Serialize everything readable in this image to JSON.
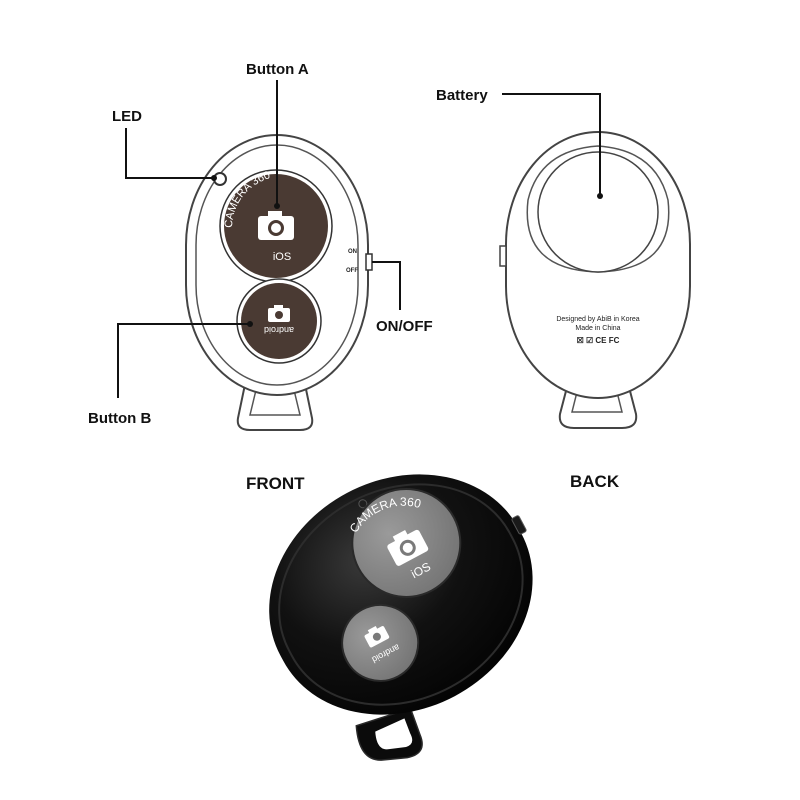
{
  "labels": {
    "button_a": "Button A",
    "led": "LED",
    "button_b": "Button B",
    "on_off": "ON/OFF",
    "battery": "Battery",
    "front": "FRONT",
    "back": "BACK"
  },
  "front_drawing": {
    "switch_on": "ON",
    "switch_off": "OFF",
    "button_a_arc_text": "CAMERA 360",
    "button_a_text": "iOS",
    "button_b_text": "android"
  },
  "back_drawing": {
    "line1": "Designed by AbiB in Korea",
    "line2": "Made in China",
    "marks": "☒ ☑ CE FC"
  },
  "photo": {
    "button_a_arc_text": "CAMERA 360",
    "button_a_text": "iOS",
    "button_b_text": "android"
  },
  "colors": {
    "button_brown": "#4a3a33",
    "photo_body": "#0d0d0d",
    "photo_button_gray": "#8a8a8a"
  }
}
